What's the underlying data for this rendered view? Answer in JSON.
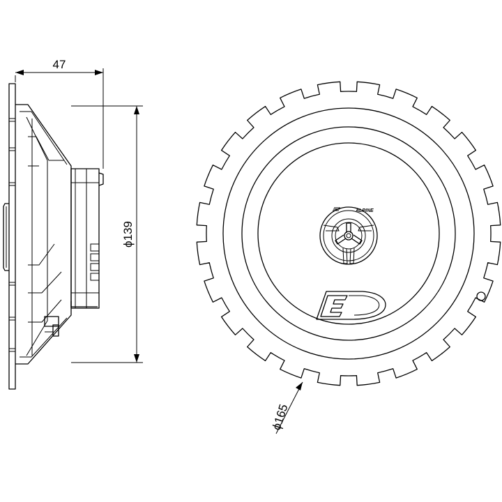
{
  "dimensions": {
    "depth": "47",
    "mounting_diameter": "ϕ139",
    "outer_diameter": "ϕ165"
  },
  "logo": {
    "brand": "ALPINE",
    "series_letter": "E"
  }
}
